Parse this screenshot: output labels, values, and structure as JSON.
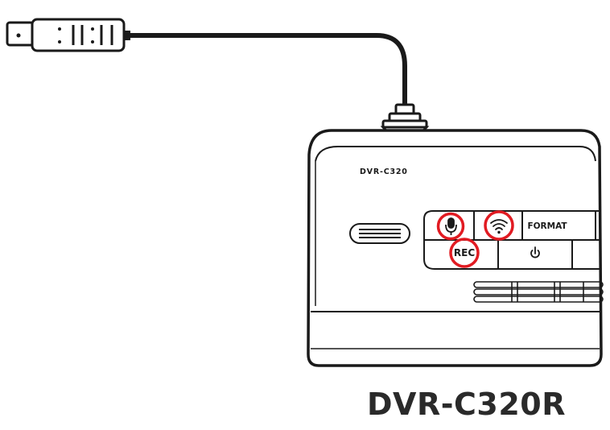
{
  "device": {
    "label": "DVR-C320",
    "caption": "DVR-C320R",
    "buttons": {
      "mic_icon": "microphone-icon",
      "wifi_icon": "wifi-icon",
      "format_label": "FORMAT",
      "rec_label": "REC",
      "power_icon": "power-icon"
    },
    "highlight_color": "#e11b22",
    "line_color": "#1a1a1a"
  }
}
